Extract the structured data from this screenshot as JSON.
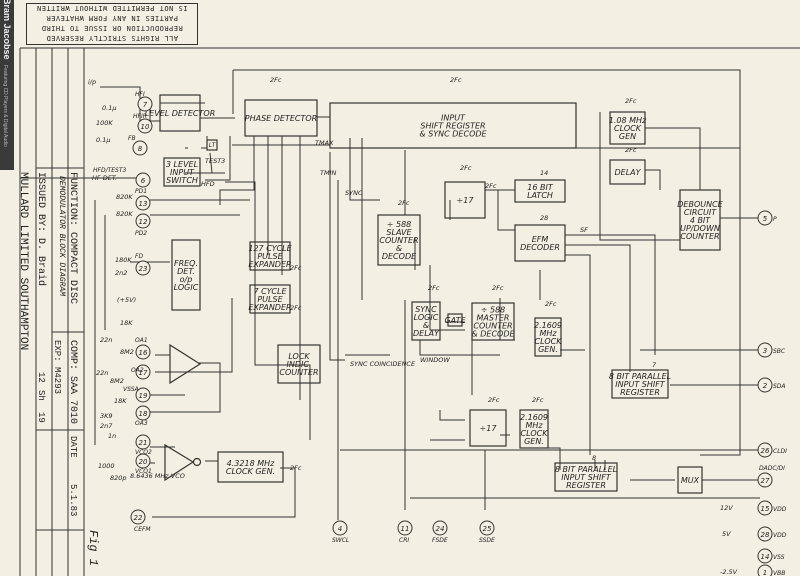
{
  "watermark": {
    "name": "Bram Jacobse",
    "subtitle": "Featuring CD Players & Digital Audio"
  },
  "notice_lines": [
    "ALL RIGHTS STRICTLY RESERVED",
    "REPRODUCTION OR ISSUE TO THIRD",
    "PARTIES IN ANY FORM WHATEVER",
    "IS NOT PERMITTED WITHOUT WRITTEN"
  ],
  "title_block": {
    "function": "FUNCTION: COMPACT DISC",
    "function_sub": "DEMODULATOR BLOCK DIAGRAM",
    "issued_by": "ISSUED BY: D. Braid",
    "company": "MULLARD LIMITED SOUTHAMPTON",
    "comp": "COMP: SAA 7010",
    "exp": "EXP: M4293",
    "sheet": "12",
    "sh": "Sh",
    "sheet_total": "19",
    "date_label": "DATE",
    "date": "5.1.83",
    "fig": "Fig 1"
  },
  "blocks": {
    "level_detector": "LEVEL DETECTOR",
    "phase_detector": "PHASE DETECTOR",
    "input_shift": [
      "INPUT",
      "SHIFT REGISTER",
      "& SYNC DECODE"
    ],
    "clock_108": [
      "1.08 MHz",
      "CLOCK",
      "GEN"
    ],
    "delay": "DELAY",
    "debounce": [
      "DEBOUNCE",
      "CIRCUIT",
      "4 BIT",
      "UP/DOWN",
      "COUNTER"
    ],
    "div17_top": "÷17",
    "latch16": [
      "16 BIT",
      "LATCH"
    ],
    "efm": [
      "EFM",
      "DECODER"
    ],
    "slave": [
      "÷ 588",
      "SLAVE",
      "COUNTER",
      "&",
      "DECODE"
    ],
    "freq_det": [
      "FREQ.",
      "DET.",
      "o/p",
      "LOGIC"
    ],
    "pulse127": [
      "127 CYCLE",
      "PULSE",
      "EXPANDER"
    ],
    "pulse7": [
      "7 CYCLE",
      "PULSE",
      "EXPANDER"
    ],
    "lock": [
      "LOCK",
      "INDIC.",
      "COUNTER"
    ],
    "sync_logic": [
      "SYNC",
      "LOGIC",
      "&",
      "DELAY"
    ],
    "gate": "GATE",
    "master": [
      "÷ 588",
      "MASTER",
      "COUNTER",
      "& DECODE"
    ],
    "clk2160_top": [
      "2.1609",
      "MHz",
      "CLOCK",
      "GEN."
    ],
    "parallel_top": [
      "8 BIT PARALLEL",
      "INPUT SHIFT",
      "REGISTER"
    ],
    "div17_bot": "÷17",
    "clk2160_bot": [
      "2.1609",
      "MHz",
      "CLOCK",
      "GEN."
    ],
    "parallel_bot": [
      "8 BIT PARALLEL",
      "INPUT SHIFT",
      "REGISTER"
    ],
    "mux": "MUX",
    "clock_gen": [
      "4.3218 MHz",
      "CLOCK GEN."
    ],
    "three_level": [
      "3 LEVEL",
      "INPUT",
      "SWITCH"
    ],
    "lt": "LT"
  },
  "pins": [
    {
      "num": "7",
      "label": "HFI"
    },
    {
      "num": "10",
      "label": "HFIR"
    },
    {
      "num": "8",
      "label": "FB"
    },
    {
      "num": "6",
      "label": "HFD/TEST3"
    },
    {
      "num": "13",
      "label": "PD1"
    },
    {
      "num": "12",
      "label": "PD2"
    },
    {
      "num": "23",
      "label": "FD"
    },
    {
      "num": "16",
      "label": "OA1"
    },
    {
      "num": "17",
      "label": "OA2"
    },
    {
      "num": "19",
      "label": "VSSA"
    },
    {
      "num": "18",
      "label": "OA3"
    },
    {
      "num": "21",
      "label": "VCO2"
    },
    {
      "num": "20",
      "label": "VCO1"
    },
    {
      "num": "22",
      "label": "CEFM"
    },
    {
      "num": "4",
      "label": "SWCL"
    },
    {
      "num": "11",
      "label": "CRI"
    },
    {
      "num": "24",
      "label": "FSDE"
    },
    {
      "num": "25",
      "label": "SSDE"
    },
    {
      "num": "5",
      "label": "P"
    },
    {
      "num": "3",
      "label": "SBC"
    },
    {
      "num": "2",
      "label": "SDA"
    },
    {
      "num": "26",
      "label": "CLDI"
    },
    {
      "num": "27",
      "label": "DADC/DI"
    },
    {
      "num": "15",
      "label": "VDD"
    },
    {
      "num": "28",
      "label": "VDD"
    },
    {
      "num": "14",
      "label": "VSS"
    },
    {
      "num": "1",
      "label": "VBB"
    }
  ],
  "labels": {
    "clk": "2Fc",
    "in": "i/p",
    "hf_det": "HF DET.",
    "test3": "TEST3",
    "hfd": "HFD",
    "tmax": "TMAX",
    "tmin": "TMIN",
    "sync": "SYNC",
    "sf": "SF",
    "window": "WINDOW",
    "sync_coincidence": "SYNC COINCIDENCE",
    "vco": "8.6436 MHz VCO",
    "bus14": "14",
    "bus28": "28",
    "bus7": "7",
    "bus8": "8",
    "r100k": "100K",
    "c01a": "0.1µ",
    "c01b": "0.1µ",
    "r820k_1": "820K",
    "r820k_2": "820K",
    "r180k": "180K",
    "c22": "2n2",
    "plus5": "(+5V)",
    "r18k_a": "18K",
    "r8m2_a": "8M2",
    "c22n_a": "22n",
    "c22n_b": "22n",
    "r8m2_b": "8M2",
    "r18k_b": "18K",
    "r3k9": "3K9",
    "c2n7": "2n7",
    "c1n": "1n",
    "c820p": "820p",
    "r1000": "1000",
    "v12": "12V",
    "v5": "5V",
    "vm25": "-2.5V"
  }
}
